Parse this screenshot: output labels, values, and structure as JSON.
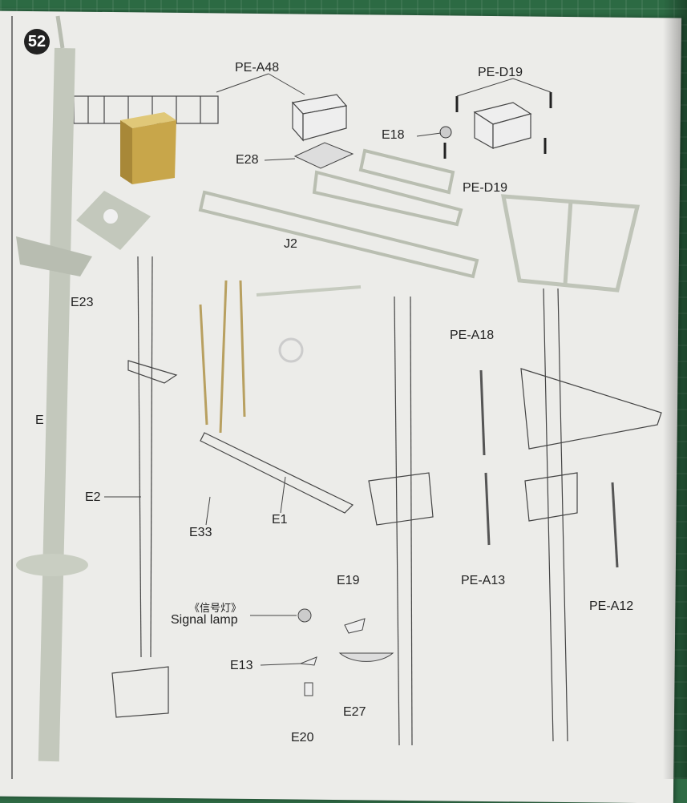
{
  "step_number": "52",
  "part_labels": {
    "pe_a48": "PE-A48",
    "pe_d19_top": "PE-D19",
    "pe_d19_bottom": "PE-D19",
    "e18": "E18",
    "e28": "E28",
    "j2": "J2",
    "e23": "E23",
    "e_partial": "E",
    "e2": "E2",
    "e33": "E33",
    "e1": "E1",
    "pe_a18": "PE-A18",
    "pe_a13": "PE-A13",
    "pe_a12": "PE-A12",
    "e19": "E19",
    "signal_lamp_cn": "《信号灯》",
    "signal_lamp_en": "Signal lamp",
    "e13": "E13",
    "e27": "E27",
    "e20": "E20"
  },
  "colors": {
    "mat": "#2c6a43",
    "paper": "#ecece9",
    "plastic": "#c3c8bc",
    "brass": "#c8a64a",
    "line": "#333333"
  }
}
